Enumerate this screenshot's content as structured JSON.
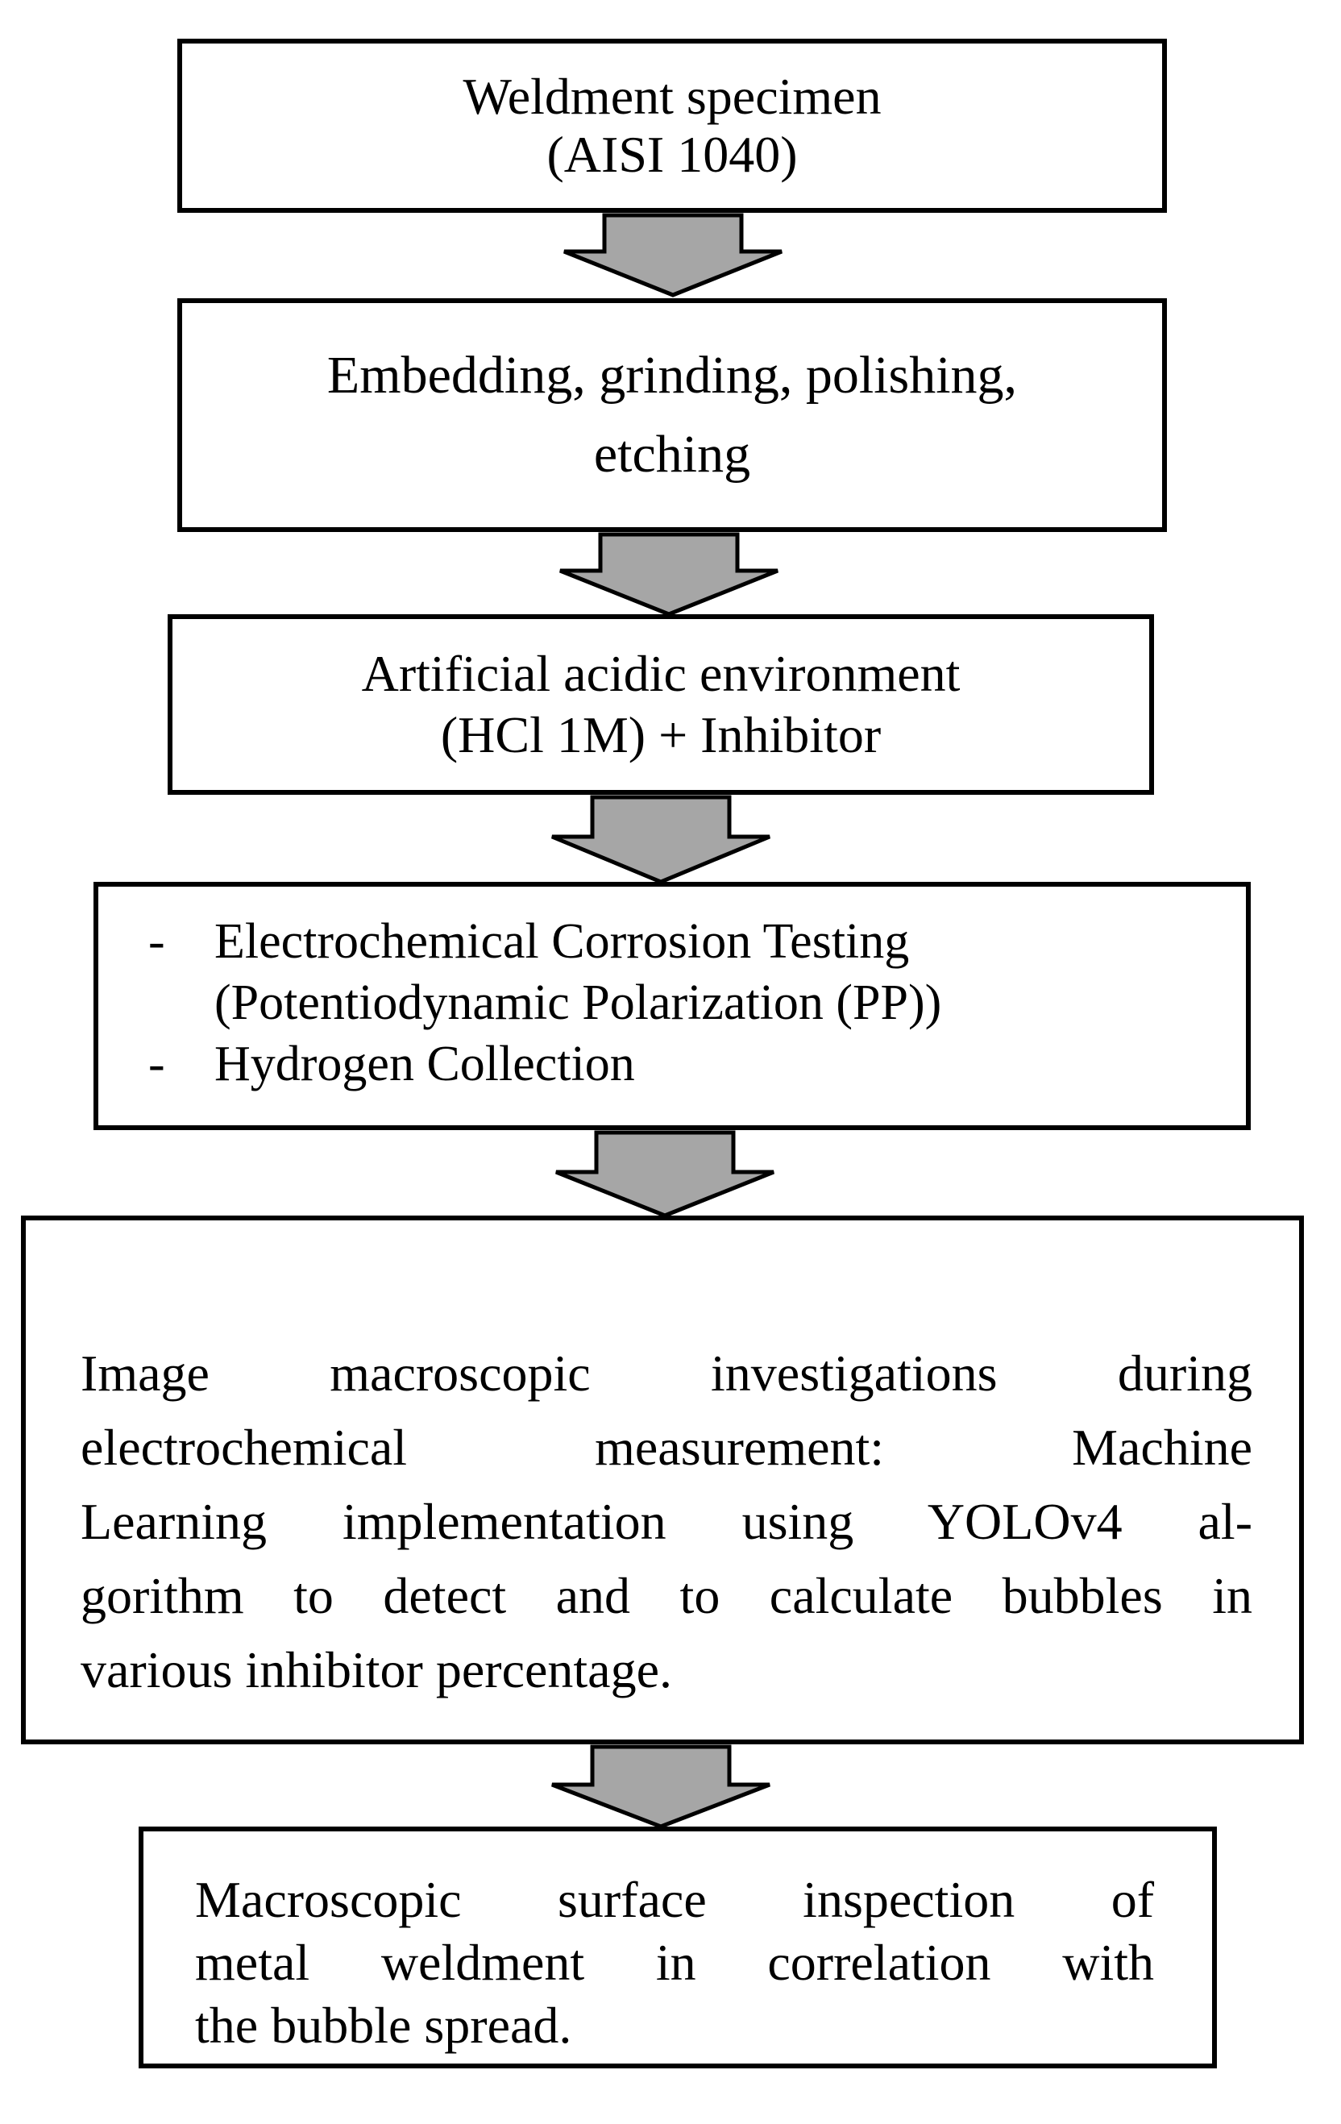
{
  "colors": {
    "box_border": "#000000",
    "arrow_fill": "#a6a6a6",
    "arrow_stroke": "#000000"
  },
  "steps": [
    {
      "lines": [
        "Weldment specimen",
        "(AISI 1040)"
      ]
    },
    {
      "lines": [
        "Embedding, grinding, polishing,",
        "etching"
      ]
    },
    {
      "lines": [
        "Artificial acidic environment",
        "(HCl 1M) + Inhibitor"
      ]
    },
    {
      "bullets": [
        {
          "dash": "-",
          "lines": [
            "Electrochemical Corrosion Testing",
            "(Potentiodynamic Polarization (PP))"
          ]
        },
        {
          "dash": "-",
          "lines": [
            "Hydrogen Collection"
          ]
        }
      ]
    },
    {
      "lines": [
        "Image macroscopic investigations during",
        "electrochemical measurement: Machine",
        "Learning implementation using YOLOv4 al-",
        "gorithm to detect and to calculate bubbles in",
        "various inhibitor percentage."
      ]
    },
    {
      "lines": [
        "Macroscopic surface inspection of",
        "metal weldment in correlation with",
        "the bubble spread."
      ]
    }
  ]
}
